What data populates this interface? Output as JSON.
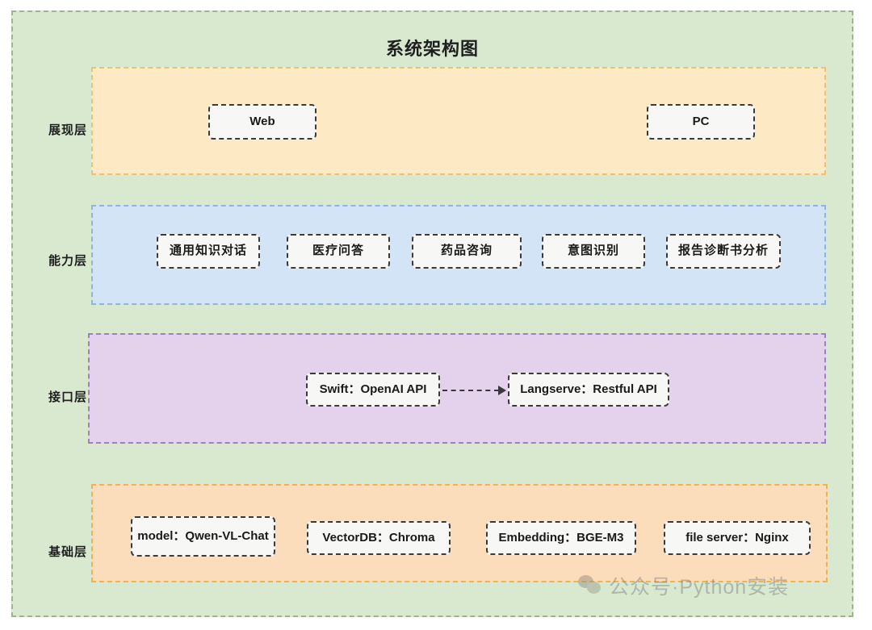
{
  "diagram": {
    "title": "系统架构图",
    "background_color": "#d8e9d0",
    "border_color": "#9db48f"
  },
  "layers": [
    {
      "id": "presentation",
      "label": "展现层",
      "panel_color": "#fdeac4",
      "panel_border": "#e8c377",
      "nodes": [
        {
          "id": "web",
          "label": "Web"
        },
        {
          "id": "pc",
          "label": "PC"
        }
      ]
    },
    {
      "id": "capability",
      "label": "能力层",
      "panel_color": "#d3e4f7",
      "panel_border": "#8fb4dd",
      "nodes": [
        {
          "id": "general-knowledge-chat",
          "label": "通用知识对话"
        },
        {
          "id": "medical-qa",
          "label": "医疗问答"
        },
        {
          "id": "drug-consult",
          "label": "药品咨询"
        },
        {
          "id": "intent-recognition",
          "label": "意图识别"
        },
        {
          "id": "report-diagnosis-analysis",
          "label": "报告诊断书分析"
        }
      ]
    },
    {
      "id": "interface",
      "label": "接口层",
      "panel_color": "#e4d2ec",
      "panel_border": "#9f7fbd",
      "nodes": [
        {
          "id": "swift-openai-api",
          "label": "Swift：OpenAI API"
        },
        {
          "id": "langserve-restful-api",
          "label": "Langserve：Restful API"
        }
      ],
      "connector": {
        "id": "swift-to-langserve",
        "style": "dashed-arrow"
      }
    },
    {
      "id": "foundation",
      "label": "基础层",
      "panel_color": "#fbdcbb",
      "panel_border": "#eeb253",
      "nodes": [
        {
          "id": "model",
          "label": "model：Qwen-VL-Chat"
        },
        {
          "id": "vectordb",
          "label": "VectorDB：Chroma"
        },
        {
          "id": "embedding",
          "label": "Embedding：BGE-M3"
        },
        {
          "id": "file-server",
          "label": "file server：Nginx"
        }
      ]
    }
  ],
  "watermark": {
    "icon": "wechat-icon",
    "text": "公众号·Python安装"
  }
}
